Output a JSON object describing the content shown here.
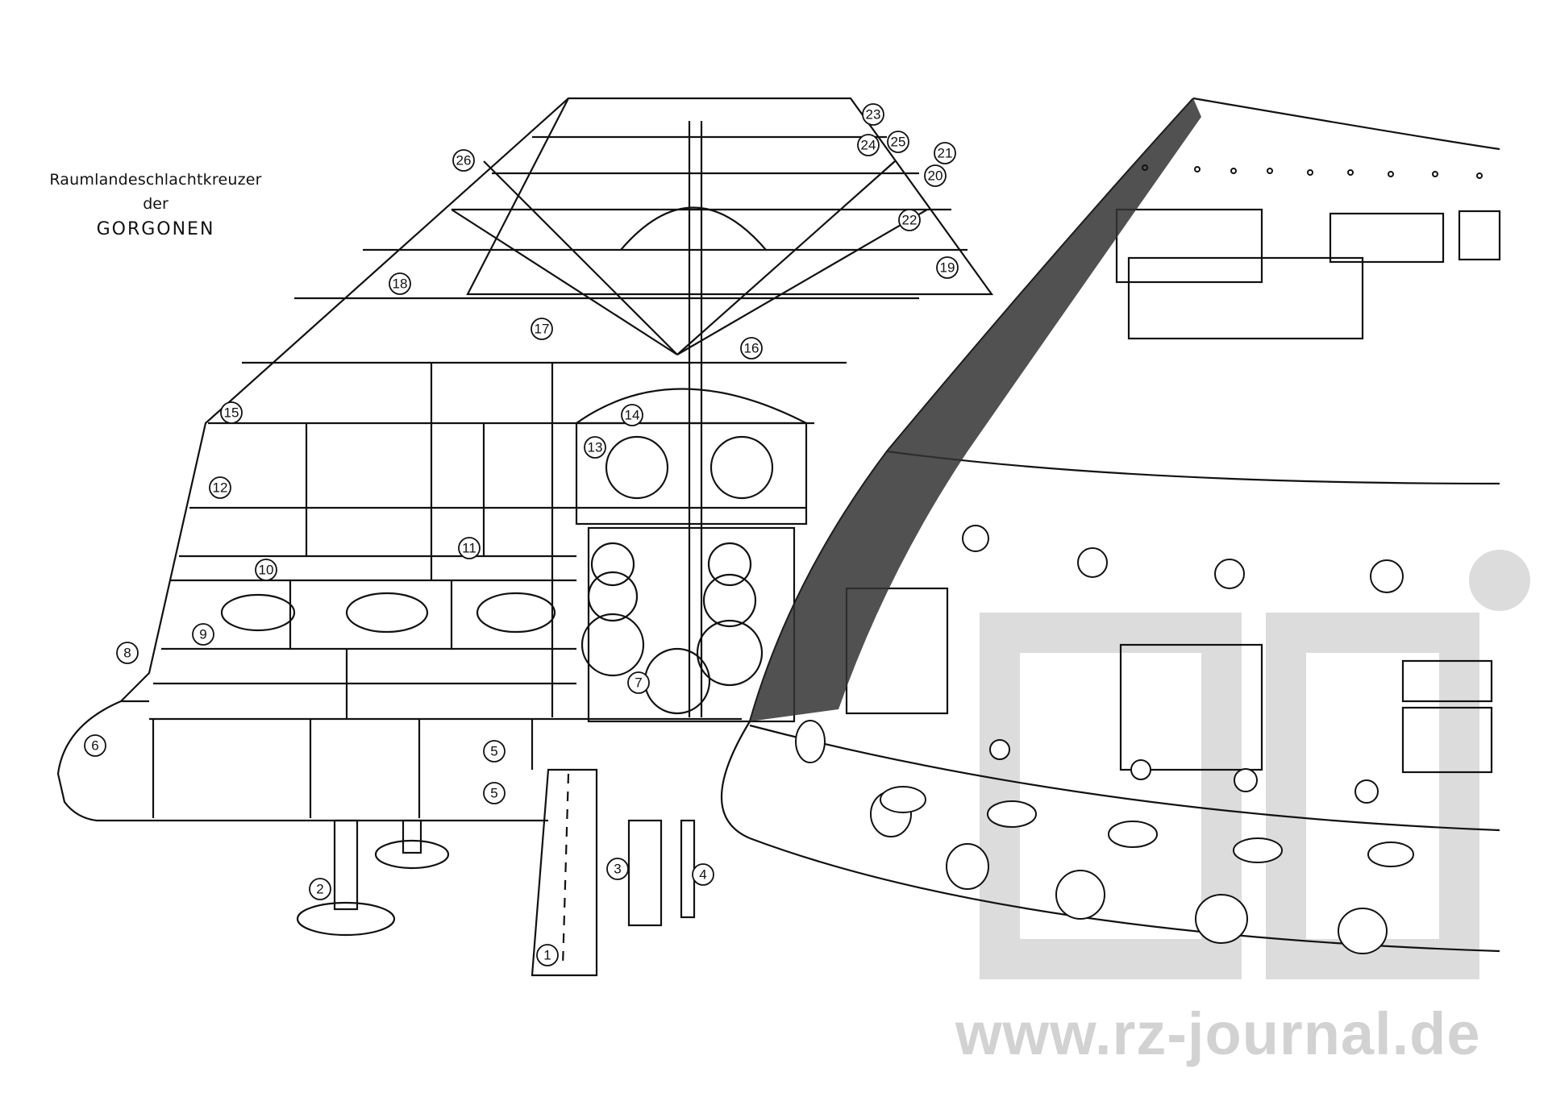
{
  "title": {
    "line1": "Raumlandeschlachtkreuzer",
    "line2": "der",
    "line3": "GORGONEN"
  },
  "watermark": {
    "url": "www.rz-journal.de",
    "logo_letters": "rzj"
  },
  "callouts": [
    {
      "label": "1"
    },
    {
      "label": "2"
    },
    {
      "label": "3"
    },
    {
      "label": "4"
    },
    {
      "label": "5"
    },
    {
      "label": "5"
    },
    {
      "label": "6"
    },
    {
      "label": "7"
    },
    {
      "label": "8"
    },
    {
      "label": "9"
    },
    {
      "label": "10"
    },
    {
      "label": "11"
    },
    {
      "label": "12"
    },
    {
      "label": "13"
    },
    {
      "label": "14"
    },
    {
      "label": "15"
    },
    {
      "label": "16"
    },
    {
      "label": "17"
    },
    {
      "label": "18"
    },
    {
      "label": "19"
    },
    {
      "label": "20"
    },
    {
      "label": "21"
    },
    {
      "label": "22"
    },
    {
      "label": "23"
    },
    {
      "label": "24"
    },
    {
      "label": "25"
    },
    {
      "label": "26"
    }
  ],
  "colors": {
    "ink": "#111111",
    "paper": "#ffffff",
    "watermark": "#d2d2d2"
  }
}
